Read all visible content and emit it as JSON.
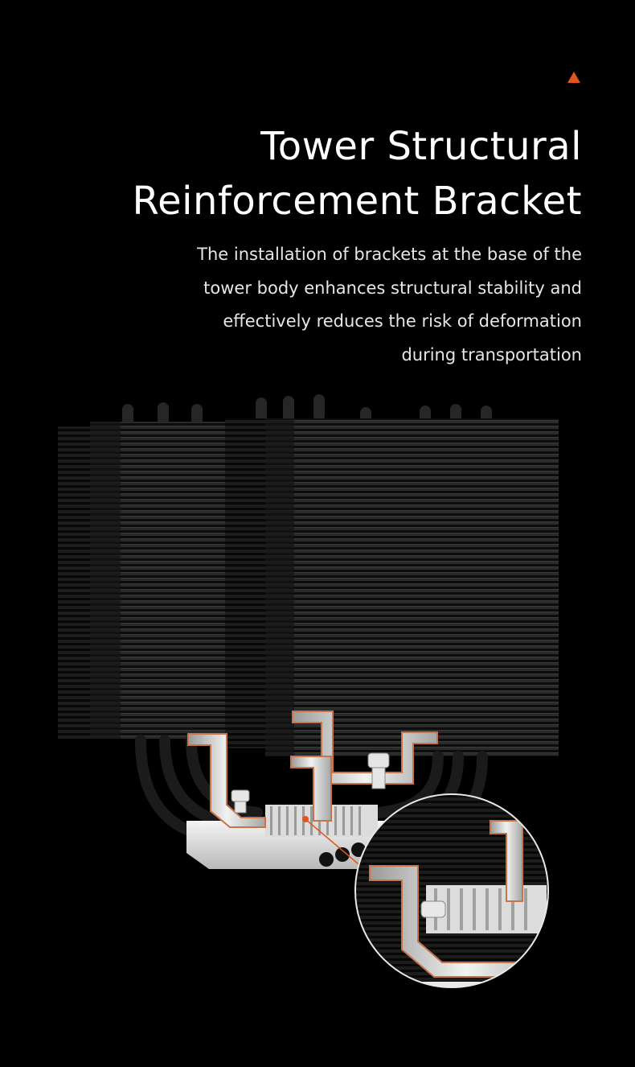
{
  "heading": {
    "lines": [
      "Tower Structural",
      "Reinforcement Bracket"
    ]
  },
  "description": {
    "lines": [
      "The installation of brackets at the base of the",
      "tower body enhances structural stability and",
      "effectively reduces the risk of deformation",
      "during transportation"
    ]
  },
  "colors": {
    "background": "#000000",
    "accent": "#e0561c",
    "text": "#ffffff",
    "fin": "#2b2b2b",
    "bracket": "#d9d9d9",
    "copper_edge": "#c8744a"
  },
  "icons": {
    "accent": "triangle-up-icon"
  }
}
